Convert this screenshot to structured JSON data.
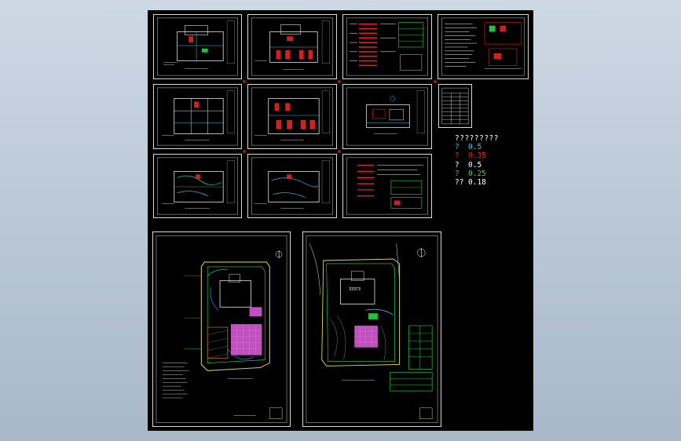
{
  "window": {
    "background_color": "#c5d1de"
  },
  "canvas": {
    "background_color": "#000000"
  },
  "legend": {
    "title": "?????????",
    "rows": [
      {
        "key": "?",
        "value": "0.5",
        "color": "#23d8e0"
      },
      {
        "key": "?",
        "value": "0.35",
        "color": "#e82020"
      },
      {
        "key": "?",
        "value": "0.5",
        "color": "#ffffff"
      },
      {
        "key": "?",
        "value": "0.25",
        "color": "#20e060"
      },
      {
        "key": "??",
        "value": "0.18",
        "color": "#ffffff"
      }
    ]
  },
  "site_plan": {
    "building_label": "33373"
  }
}
